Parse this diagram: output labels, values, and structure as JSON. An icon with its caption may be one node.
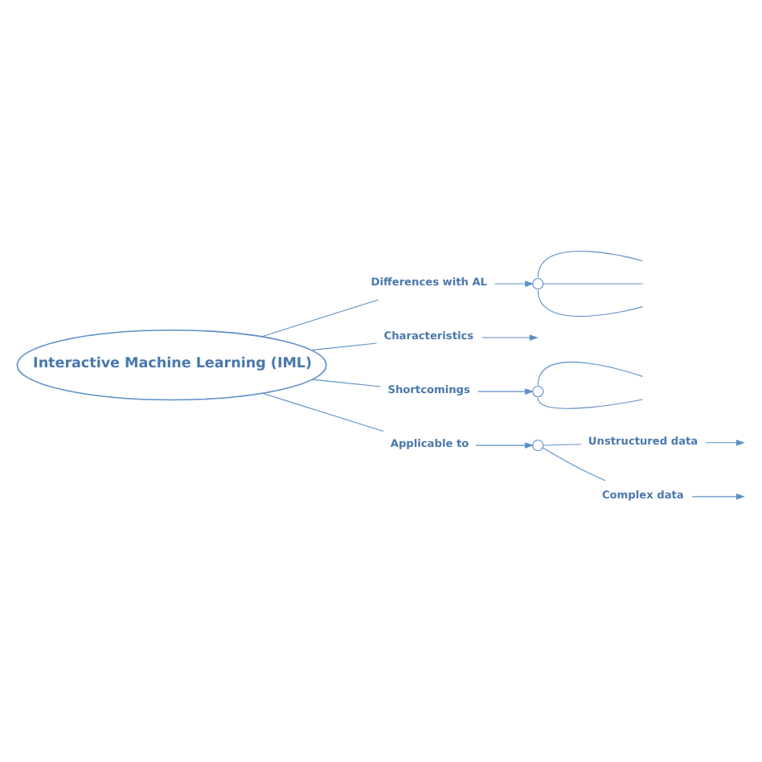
{
  "diagram": {
    "nodes": [
      {
        "text": [
          "Interactive Machine Learning (IML)"
        ]
      },
      {
        "text": [
          "Differences with AL"
        ]
      },
      {
        "text": [],
        "shape": "circle"
      },
      {
        "text": [
          "Characteristics"
        ]
      },
      {
        "text": [
          "Shortcomings"
        ]
      },
      {
        "text": [],
        "shape": "circle"
      },
      {
        "text": [
          "Applicable to"
        ]
      },
      {
        "text": [],
        "shape": "circle"
      },
      {
        "text": [
          "Unstructured data"
        ]
      },
      {
        "text": [
          "Complex data"
        ]
      }
    ],
    "edges": [
      {
        "from": 0,
        "to": 1,
        "arrow": "none"
      },
      {
        "from": 1,
        "to": 2,
        "arrow": "to"
      },
      {
        "from": 2,
        "to": null,
        "arrow": "none"
      },
      {
        "from": 2,
        "to": null,
        "arrow": "none"
      },
      {
        "from": 2,
        "to": null,
        "arrow": "none"
      },
      {
        "from": 0,
        "to": 3,
        "arrow": "none"
      },
      {
        "from": 3,
        "to": null,
        "arrow": "to"
      },
      {
        "from": 0,
        "to": 4,
        "arrow": "none"
      },
      {
        "from": 4,
        "to": 5,
        "arrow": "to"
      },
      {
        "from": 5,
        "to": null,
        "arrow": "none"
      },
      {
        "from": 5,
        "to": null,
        "arrow": "none"
      },
      {
        "from": 0,
        "to": 6,
        "arrow": "none"
      },
      {
        "from": 6,
        "to": 7,
        "arrow": "to"
      },
      {
        "from": 7,
        "to": 8,
        "arrow": "none"
      },
      {
        "from": 7,
        "to": 9,
        "arrow": "none"
      },
      {
        "from": 8,
        "to": null,
        "arrow": "to"
      },
      {
        "from": 9,
        "to": null,
        "arrow": "to"
      }
    ]
  }
}
